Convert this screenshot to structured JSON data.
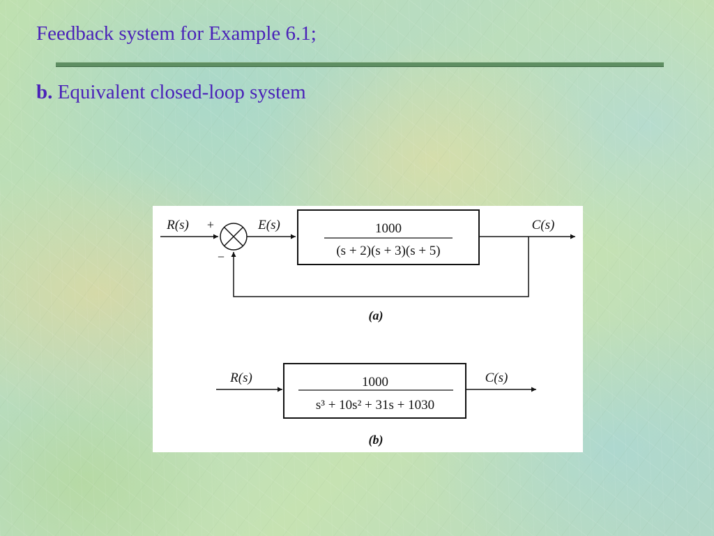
{
  "slide": {
    "title": "Feedback system for Example 6.1;",
    "subtitle_bold": "b.",
    "subtitle_text": " Equivalent closed-loop system"
  },
  "diagram_a": {
    "input_label": "R(s)",
    "plus_sign": "+",
    "minus_sign": "−",
    "error_label": "E(s)",
    "numerator": "1000",
    "denominator": "(s + 2)(s + 3)(s + 5)",
    "output_label": "C(s)",
    "caption": "(a)"
  },
  "diagram_b": {
    "input_label": "R(s)",
    "numerator": "1000",
    "denominator": "s³ + 10s² + 31s + 1030",
    "output_label": "C(s)",
    "caption": "(b)"
  },
  "colors": {
    "title_text": "#4a22b8",
    "divider": "#5e8e62",
    "diagram_line": "#111111"
  }
}
